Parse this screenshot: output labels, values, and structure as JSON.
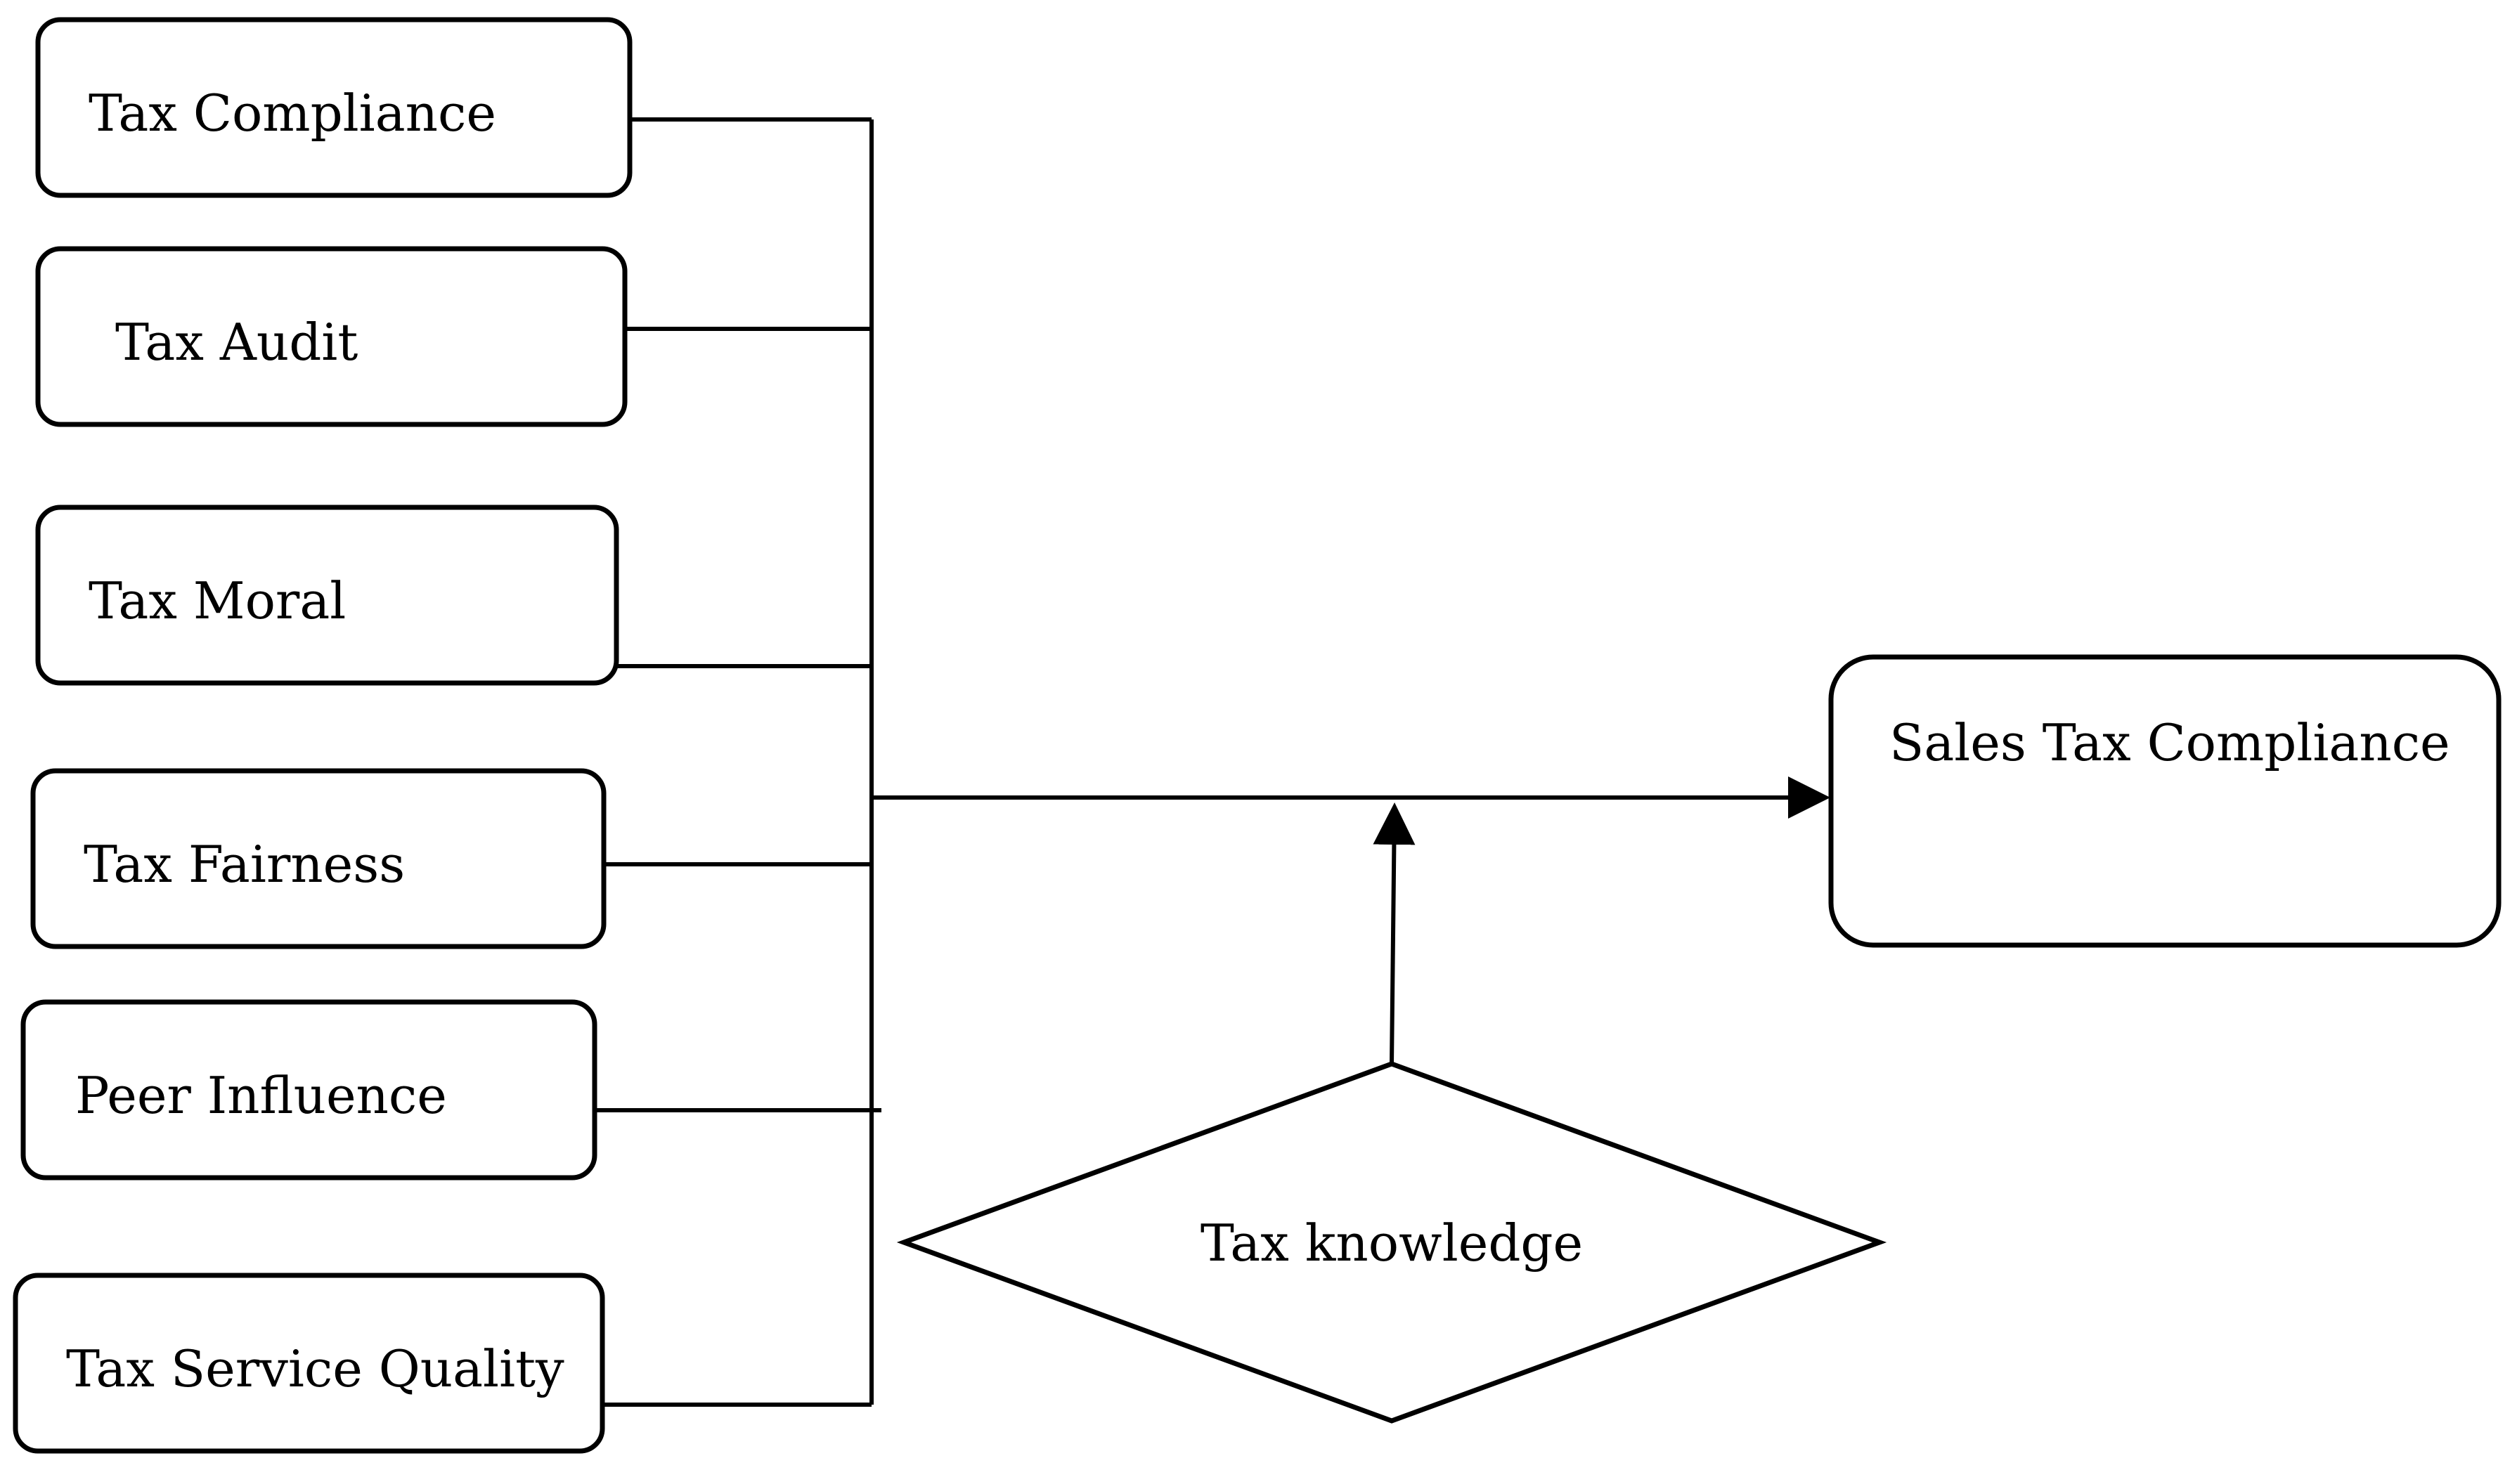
{
  "factors": [
    {
      "id": "tax-compliance",
      "label": "Tax Compliance"
    },
    {
      "id": "tax-audit",
      "label": "Tax Audit"
    },
    {
      "id": "tax-moral",
      "label": "Tax Moral"
    },
    {
      "id": "tax-fairness",
      "label": "Tax Fairness"
    },
    {
      "id": "peer-influence",
      "label": "Peer Influence"
    },
    {
      "id": "tax-service-quality",
      "label": "Tax Service Quality"
    }
  ],
  "outcome": {
    "label": "Sales Tax Compliance"
  },
  "moderator": {
    "label": "Tax knowledge"
  },
  "colors": {
    "stroke": "#000000",
    "background": "#ffffff"
  }
}
